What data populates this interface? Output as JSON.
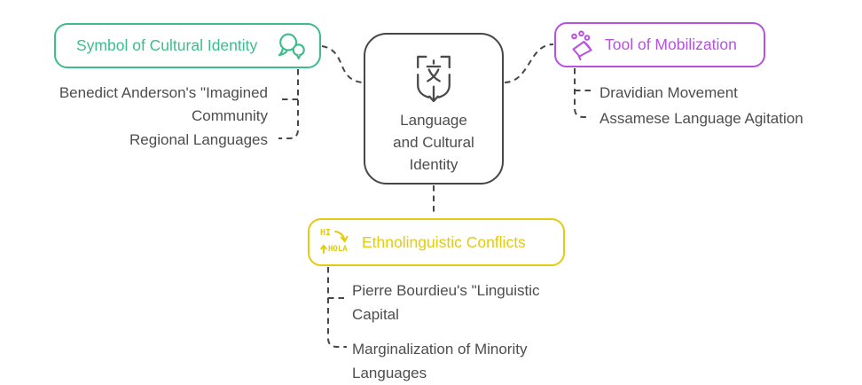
{
  "center_node": {
    "title": "Language and Cultural Identity",
    "lines": [
      "Language",
      "and Cultural",
      "Identity"
    ],
    "icon": "language-translate-icon",
    "border_color": "#464646"
  },
  "branches": [
    {
      "label": "Symbol of Cultural Identity",
      "icon": "chat-bubbles-icon",
      "color": "#3dbd8c",
      "children": [
        "Benedict Anderson's \"Imagined Community",
        "Regional Languages"
      ]
    },
    {
      "label": "Tool of Mobilization",
      "icon": "megaphone-dots-icon",
      "color": "#b751e0",
      "children": [
        "Dravidian Movement",
        "Assamese Language Agitation"
      ]
    },
    {
      "label": "Ethnolinguistic Conflicts",
      "icon": "translation-hi-hola-icon",
      "color": "#e2cb10",
      "icon_text": {
        "top": "HI",
        "bottom": "HOLA"
      },
      "children": [
        "Pierre Bourdieu's \"Linguistic Capital",
        "Marginalization of Minority Languages"
      ]
    }
  ],
  "connector_color": "#474747"
}
